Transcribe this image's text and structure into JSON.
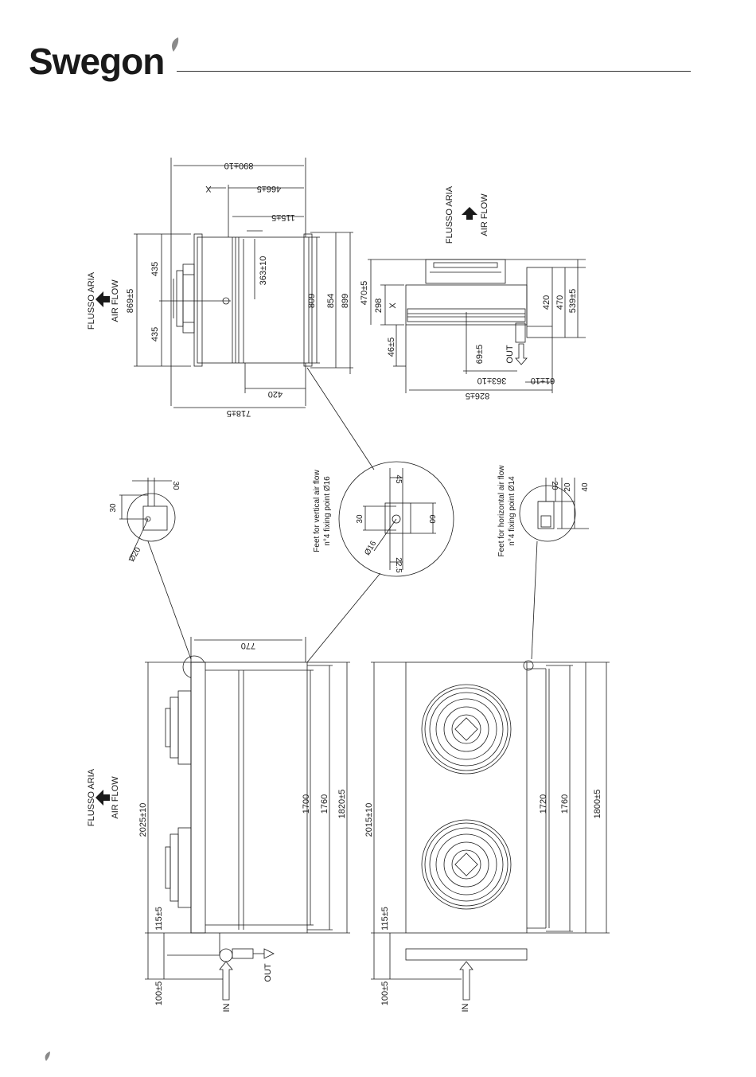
{
  "header": {
    "brand": "Swegon"
  },
  "flow_labels": {
    "it": "FLUSSO ARIA",
    "en": "AIR FLOW"
  },
  "ports": {
    "inlet": "IN",
    "outlet": "OUT"
  },
  "detail_callouts": {
    "vertical": {
      "line1": "Feet for vertical air flow",
      "line2": "n°4 fixing point Ø16"
    },
    "horizontal": {
      "line1": "Feet for horizontal air flow",
      "line2": "n°4 fixing point Ø14"
    }
  },
  "top_left_view": {
    "dims": [
      "890±10",
      "466±5",
      "X",
      "115±5",
      "363±10",
      "435",
      "435",
      "869±5",
      "809",
      "854",
      "899",
      "420",
      "718±5"
    ]
  },
  "top_right_view": {
    "dims": [
      "470±5",
      "298",
      "X",
      "46±5",
      "69±5",
      "420",
      "470",
      "539±5",
      "363±10",
      "61±10",
      "826±5"
    ]
  },
  "detail_small": {
    "dims": [
      "30",
      "30",
      "Ø20"
    ]
  },
  "detail_vertical": {
    "dims": [
      "45",
      "30",
      "60",
      "Ø16",
      "22.5"
    ]
  },
  "detail_horizontal": {
    "dims": [
      "20",
      "20",
      "40"
    ]
  },
  "bottom_left_view": {
    "dims": [
      "770",
      "2025±10",
      "1700",
      "1760",
      "1820±5",
      "115±5",
      "100±5"
    ]
  },
  "bottom_right_view": {
    "dims": [
      "2015±10",
      "1720",
      "1760",
      "1800±5",
      "115±5",
      "100±5"
    ]
  },
  "colors": {
    "line": "#1a1a1a",
    "fill": "#ffffff"
  }
}
